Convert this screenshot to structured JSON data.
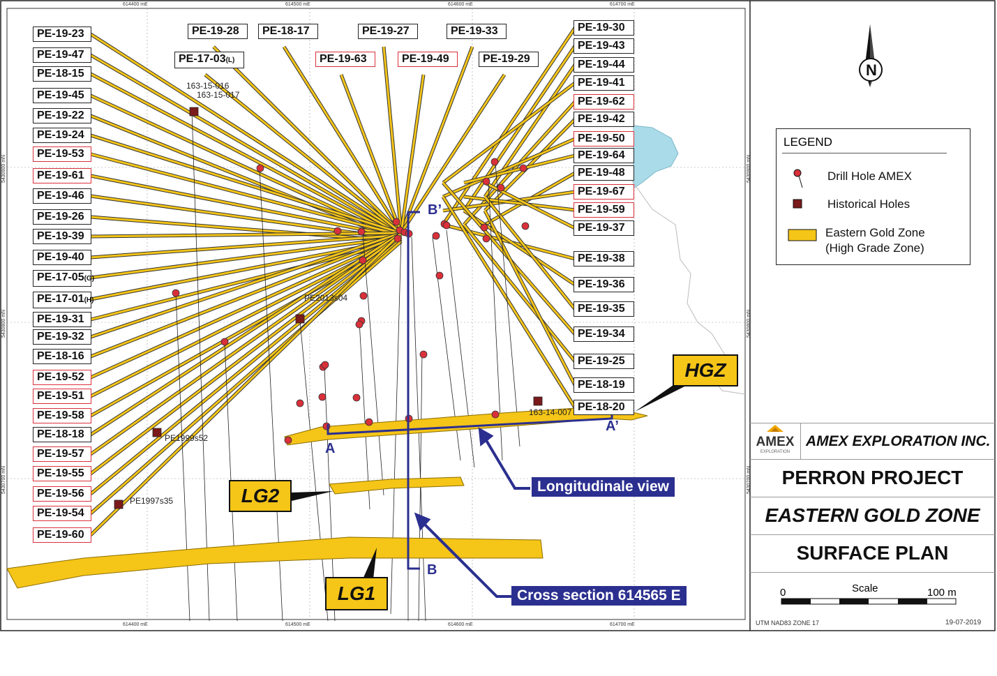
{
  "map": {
    "labels_left": [
      {
        "text": "PE-19-23",
        "red": false
      },
      {
        "text": "PE-19-47",
        "red": false
      },
      {
        "text": "PE-18-15",
        "red": false
      },
      {
        "text": "PE-19-45",
        "red": false
      },
      {
        "text": "PE-19-22",
        "red": false
      },
      {
        "text": "PE-19-24",
        "red": false
      },
      {
        "text": "PE-19-53",
        "red": true
      },
      {
        "text": "PE-19-61",
        "red": true
      },
      {
        "text": "PE-19-46",
        "red": false
      },
      {
        "text": "PE-19-26",
        "red": false
      },
      {
        "text": "PE-19-39",
        "red": false
      },
      {
        "text": "PE-19-40",
        "red": false
      },
      {
        "text": "PE-17-05",
        "sub": "(G)",
        "red": false
      },
      {
        "text": "PE-17-01",
        "sub": "(H)",
        "red": false
      },
      {
        "text": "PE-19-31",
        "red": false
      },
      {
        "text": "PE-19-32",
        "red": false
      },
      {
        "text": "PE-18-16",
        "red": false
      },
      {
        "text": "PE-19-52",
        "red": true
      },
      {
        "text": "PE-19-51",
        "red": true
      },
      {
        "text": "PE-19-58",
        "red": true
      },
      {
        "text": "PE-18-18",
        "red": false
      },
      {
        "text": "PE-19-57",
        "red": true
      },
      {
        "text": "PE-19-55",
        "red": true
      },
      {
        "text": "PE-19-56",
        "red": true
      },
      {
        "text": "PE-19-54",
        "red": true
      },
      {
        "text": "PE-19-60",
        "red": true
      }
    ],
    "labels_right": [
      {
        "text": "PE-19-30",
        "red": false
      },
      {
        "text": "PE-19-43",
        "red": false
      },
      {
        "text": "PE-19-44",
        "red": false
      },
      {
        "text": "PE-19-41",
        "red": false
      },
      {
        "text": "PE-19-62",
        "red": true
      },
      {
        "text": "PE-19-42",
        "red": false
      },
      {
        "text": "PE-19-50",
        "red": true
      },
      {
        "text": "PE-19-64",
        "red": false
      },
      {
        "text": "PE-19-48",
        "red": false
      },
      {
        "text": "PE-19-67",
        "red": true
      },
      {
        "text": "PE-19-59",
        "red": true
      },
      {
        "text": "PE-19-37",
        "red": false
      },
      {
        "text": "PE-19-38",
        "red": false
      },
      {
        "text": "PE-19-36",
        "red": false
      },
      {
        "text": "PE-19-35",
        "red": false
      },
      {
        "text": "PE-19-34",
        "red": false
      },
      {
        "text": "PE-19-25",
        "red": false
      },
      {
        "text": "PE-18-19",
        "red": false
      },
      {
        "text": "PE-18-20",
        "red": false
      }
    ],
    "labels_top": [
      {
        "text": "PE-19-28",
        "red": false
      },
      {
        "text": "PE-18-17",
        "red": false
      },
      {
        "text": "PE-19-27",
        "red": false
      },
      {
        "text": "PE-19-33",
        "red": false
      },
      {
        "text": "PE-17-03",
        "sub": "(L)",
        "red": false
      },
      {
        "text": "PE-19-63",
        "red": true
      },
      {
        "text": "PE-19-49",
        "red": true
      },
      {
        "text": "PE-19-29",
        "red": false
      }
    ],
    "historical_labels": [
      "163-15-016",
      "163-15-017",
      "PE2013s04",
      "163-14-007",
      "PE1999s52",
      "PE1997s35"
    ],
    "utm_top": [
      "614400 mE",
      "614500 mE",
      "614600 mE",
      "614700 mE"
    ],
    "utm_bottom": [
      "614400 mE",
      "614500 mE",
      "614600 mE",
      "614700 mE"
    ],
    "utm_left": [
      "5430900 mN",
      "5430800 mN",
      "5430700 mN"
    ],
    "utm_right": [
      "5430900 mN",
      "5430800 mN",
      "5430700 mN"
    ],
    "section_letters": {
      "b_prime": "B’",
      "b": "B",
      "a": "A",
      "a_prime": "A’"
    },
    "zones": {
      "hgz": "HGZ",
      "lg2": "LG2",
      "lg1": "LG1"
    },
    "longitudinal_view": "Longitudinale view",
    "cross_section": "Cross section 614565 E",
    "colors": {
      "zone_fill": "#f5c518",
      "drill_hole": "#d9303a",
      "historical": "#7a1a1a",
      "section_blue": "#2b2f8f",
      "lake": "#a9dbe8"
    }
  },
  "legend": {
    "title": "LEGEND",
    "drill_hole": "Drill Hole AMEX",
    "historical": "Historical Holes",
    "zone_line1": "Eastern Gold Zone",
    "zone_line2": "(High Grade Zone)"
  },
  "title_block": {
    "logo_text": "AMEX",
    "logo_sub": "EXPLORATION",
    "company": "AMEX EXPLORATION INC.",
    "project": "PERRON PROJECT",
    "zone": "EASTERN GOLD ZONE",
    "plan": "SURFACE PLAN",
    "scale_label": "Scale",
    "scale_start": "0",
    "scale_end": "100 m",
    "datum": "UTM NAD83 ZONE 17",
    "date": "19-07-2019"
  },
  "north_arrow": "N"
}
